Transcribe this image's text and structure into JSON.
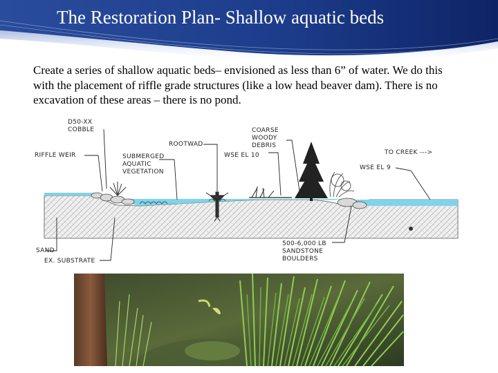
{
  "slide": {
    "title": "The Restoration Plan- Shallow aquatic beds",
    "paragraph": "Create a series of shallow aquatic beds– envisioned as less than 6” of water. We do this with the placement of riffle grade structures (like a low head beaver dam).  There is no excavation of these areas – there is no pond."
  },
  "diagram": {
    "labels": {
      "d50_line1": "D50-XX",
      "d50_line2": "COBBLE",
      "riffle_weir": "RIFFLE WEIR",
      "submerged_line1": "SUBMERGED",
      "submerged_line2": "AQUATIC",
      "submerged_line3": "VEGETATION",
      "rootwad": "ROOTWAD",
      "coarse_line1": "COARSE",
      "coarse_line2": "WOODY",
      "coarse_line3": "DEBRIS",
      "wse10": "WSE EL 10",
      "to_creek": "TO CREEK --->",
      "wse9": "WSE EL 9",
      "sand": "SAND",
      "substrate": "EX. SUBSTRATE",
      "boulders_line1": "500-6,000 LB",
      "boulders_line2": "SANDSTONE",
      "boulders_line3": "BOULDERS"
    }
  },
  "colors": {
    "header_blue": "#1f3f8f",
    "water": "#7fd3ea",
    "soil": "#ececec"
  }
}
